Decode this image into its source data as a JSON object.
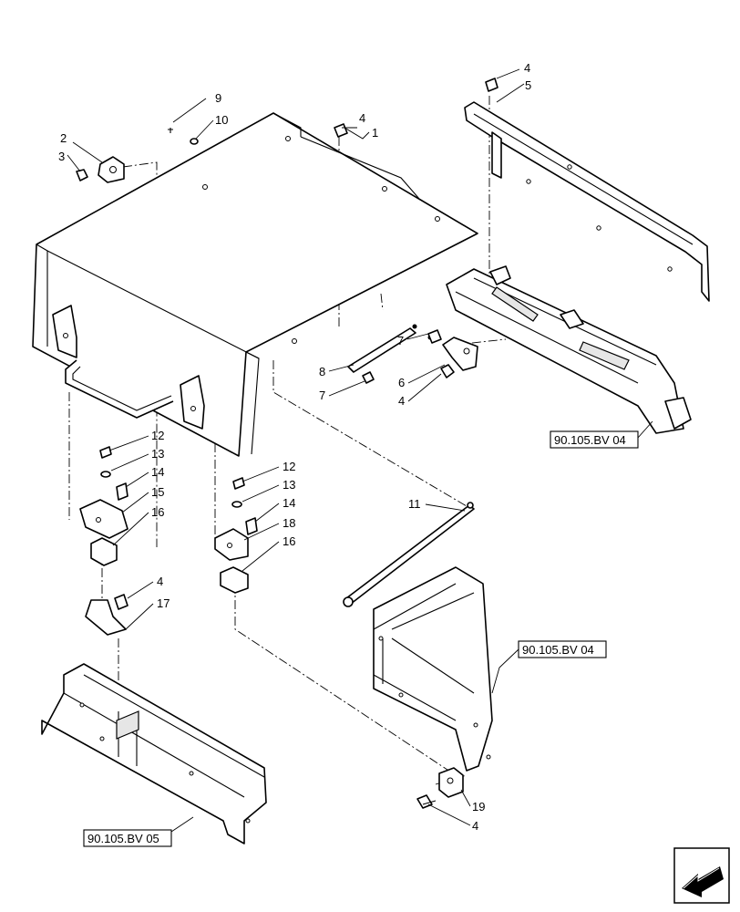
{
  "callouts": {
    "c1": "1",
    "c2": "2",
    "c3": "3",
    "c4a": "4",
    "c4b": "4",
    "c4c": "4",
    "c4d": "4",
    "c4e": "4",
    "c5": "5",
    "c6": "6",
    "c7a": "7",
    "c7b": "7",
    "c8": "8",
    "c9": "9",
    "c10": "10",
    "c11": "11",
    "c12a": "12",
    "c12b": "12",
    "c13a": "13",
    "c13b": "13",
    "c14a": "14",
    "c14b": "14",
    "c15": "15",
    "c16a": "16",
    "c16b": "16",
    "c17": "17",
    "c18": "18",
    "c19": "19"
  },
  "references": {
    "ref_top_right": "90.105.BV 04",
    "ref_mid_right": "90.105.BV 04",
    "ref_bottom_left": "90.105.BV 05"
  },
  "nav_icon": "arrow-left-icon"
}
